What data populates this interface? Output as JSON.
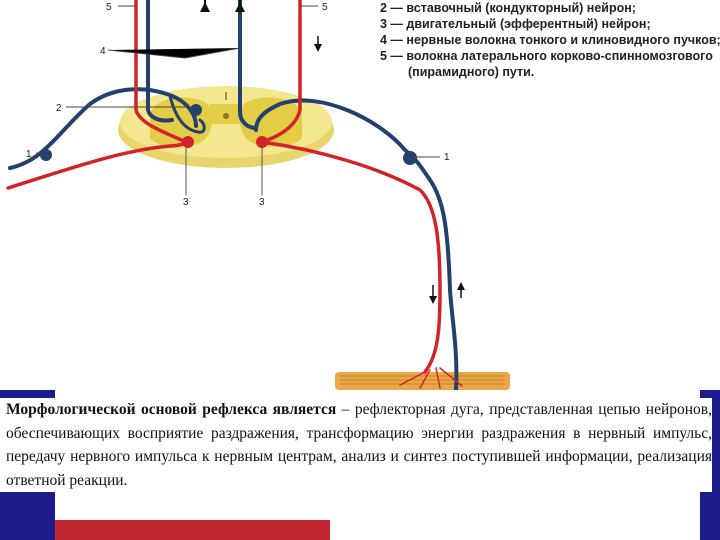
{
  "legend": [
    "2 — вставочный (кондукторный) нейрон;",
    "3 — двигательный (эфферентный) нейрон;",
    "4 — нервные волокна тонкого и клиновидного пучков;",
    "5 — волокна латерального корково-спинномозгового",
    "(пирамидного) пути."
  ],
  "diagram_labels": {
    "l5_left": "5",
    "l5_right": "5",
    "l4": "4",
    "l2": "2",
    "l1_left": "1",
    "l1_right": "1",
    "l3_left": "3",
    "l3_right": "3"
  },
  "caption": {
    "bold": "Морфологической основой рефлекса является",
    "rest": " – рефлекторная дуга, представленная цепью нейронов, обеспечивающих восприятие раздражения, трансформацию энергии раздражения в нервный импульс, передачу нервного импульса к нервным центрам, анализ и синтез поступившей информации, реализация ответной реакции."
  },
  "colors": {
    "afferent": "#23406e",
    "efferent": "#d2232a",
    "spinal_cord": "#f1e48a",
    "grey_matter": "#e2cf4a",
    "muscle": "#e9a848",
    "accent_blue": "#1c1c8c",
    "accent_red": "#c0262f"
  }
}
